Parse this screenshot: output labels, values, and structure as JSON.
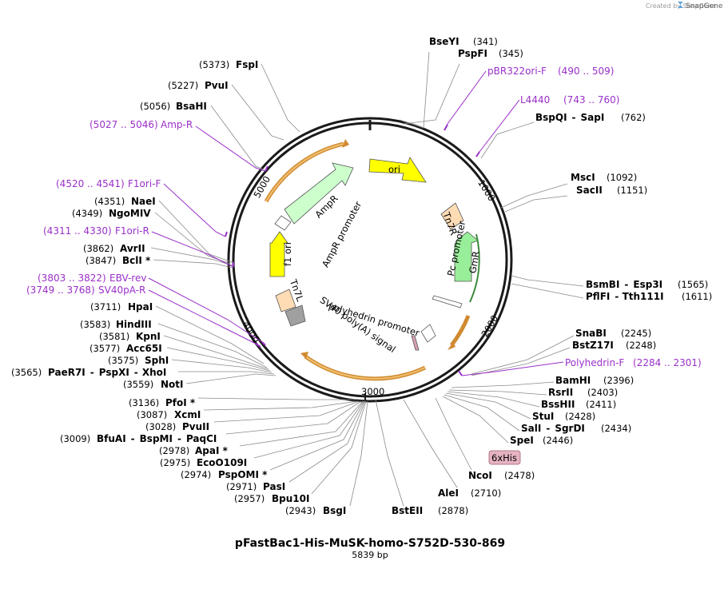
{
  "watermark": "Created by SnapGene",
  "plasmid": {
    "name": "pFastBac1-His-MuSK-homo-S752D-530-869",
    "size_label": "5839 bp",
    "length": 5839
  },
  "ticks": [
    "1000",
    "2000",
    "3000",
    "4000",
    "5000"
  ],
  "colors": {
    "ori": "#ffff00",
    "f1_ori": "#ffff00",
    "AmpR": "#ccffcc",
    "GmR": "#99ee99",
    "Tn7": "#ffdcb4",
    "primer": "#9a30c8",
    "tag": "#e6b3c3",
    "terminator": "#a0a0a0",
    "orf_arrow": "#e0a040"
  },
  "enzymes": [
    {
      "name": "BseYI",
      "pos": "(341)"
    },
    {
      "name": "PspFI",
      "pos": "(345)"
    },
    {
      "name": "BspQI",
      "name2": "SapI",
      "pos": "(762)"
    },
    {
      "name": "MscI",
      "pos": "(1092)"
    },
    {
      "name": "SacII",
      "pos": "(1151)"
    },
    {
      "name": "BsmBI",
      "name2": "Esp3I",
      "pos": "(1565)"
    },
    {
      "name": "PflFI",
      "name2": "Tth111I",
      "pos": "(1611)"
    },
    {
      "name": "SnaBI",
      "pos": "(2245)"
    },
    {
      "name": "BstZ17I",
      "pos": "(2248)"
    },
    {
      "name": "BamHI",
      "pos": "(2396)"
    },
    {
      "name": "RsrII",
      "pos": "(2403)"
    },
    {
      "name": "BssHII",
      "pos": "(2411)"
    },
    {
      "name": "StuI",
      "pos": "(2428)"
    },
    {
      "name": "SalI",
      "name2": "SgrDI",
      "pos": "(2434)"
    },
    {
      "name": "SpeI",
      "pos": "(2446)"
    },
    {
      "name": "NcoI",
      "pos": "(2478)"
    },
    {
      "name": "AleI",
      "pos": "(2710)"
    },
    {
      "name": "BstEII",
      "pos": "(2878)"
    },
    {
      "name": "BsgI",
      "pos": "(2943)"
    },
    {
      "name": "Bpu10I",
      "pos": "(2957)"
    },
    {
      "name": "PasI",
      "pos": "(2971)"
    },
    {
      "name": "PspOMI *",
      "pos": "(2974)"
    },
    {
      "name": "EcoO109I",
      "pos": "(2975)"
    },
    {
      "name": "ApaI *",
      "pos": "(2978)"
    },
    {
      "name": "BfuAI",
      "name2": "BspMI",
      "name3": "PaqCI",
      "pos": "(3009)"
    },
    {
      "name": "PvuII",
      "pos": "(3028)"
    },
    {
      "name": "XcmI",
      "pos": "(3087)"
    },
    {
      "name": "PfoI *",
      "pos": "(3136)"
    },
    {
      "name": "NotI",
      "pos": "(3559)"
    },
    {
      "name": "PaeR7I",
      "name2": "PspXI",
      "name3": "XhoI",
      "pos": "(3565)"
    },
    {
      "name": "SphI",
      "pos": "(3575)"
    },
    {
      "name": "Acc65I",
      "pos": "(3577)"
    },
    {
      "name": "KpnI",
      "pos": "(3581)"
    },
    {
      "name": "HindIII",
      "pos": "(3583)"
    },
    {
      "name": "HpaI",
      "pos": "(3711)"
    },
    {
      "name": "BclI *",
      "pos": "(3847)"
    },
    {
      "name": "AvrII",
      "pos": "(3862)"
    },
    {
      "name": "NgoMIV",
      "pos": "(4349)"
    },
    {
      "name": "NaeI",
      "pos": "(4351)"
    },
    {
      "name": "BsaHI",
      "pos": "(5056)"
    },
    {
      "name": "PvuI",
      "pos": "(5227)"
    },
    {
      "name": "FspI",
      "pos": "(5373)"
    }
  ],
  "primers": [
    {
      "name": "pBR322ori-F",
      "range": "(490 .. 509)"
    },
    {
      "name": "L4440",
      "range": "(743 .. 760)"
    },
    {
      "name": "Polyhedrin-F",
      "range": "(2284 .. 2301)"
    },
    {
      "name": "SV40pA-R",
      "range": "(3749 .. 3768)"
    },
    {
      "name": "EBV-rev",
      "range": "(3803 .. 3822)"
    },
    {
      "name": "F1ori-R",
      "range": "(4311 .. 4330)"
    },
    {
      "name": "F1ori-F",
      "range": "(4520 .. 4541)"
    },
    {
      "name": "Amp-R",
      "range": "(5027 .. 5046)"
    }
  ],
  "features": {
    "ori": "ori",
    "tn7r": "Tn7R",
    "gmr": "GmR",
    "pc_promoter": "Pc promoter",
    "f1_ori": "f1 ori",
    "ampr": "AmpR",
    "ampr_promoter": "AmpR promoter",
    "tn7l": "Tn7L",
    "sv40": "SV40 poly(A) signal",
    "polyhedrin": "polyhedrin promoter",
    "his_tag": "6xHis"
  }
}
